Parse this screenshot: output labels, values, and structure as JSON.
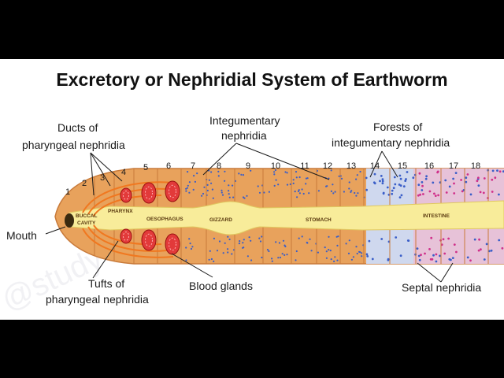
{
  "title": "Excretory or Nephridial System of Earthworm",
  "labels": {
    "mouth": "Mouth",
    "ducts_line1": "Ducts of",
    "ducts_line2": "pharyngeal nephridia",
    "integ_line1": "Integumentary",
    "integ_line2": "nephridia",
    "forests_line1": "Forests of",
    "forests_line2": "integumentary nephridia",
    "tufts_line1": "Tufts of",
    "tufts_line2": "pharyngeal nephridia",
    "blood_glands": "Blood glands",
    "septal": "Septal nephridia"
  },
  "regions": {
    "buccal_line1": "BUCCAL",
    "buccal_line2": "CAVITY",
    "pharynx": "PHARYNX",
    "oesophagus": "OESOPHAGUS",
    "gizzard": "GIZZARD",
    "stomach": "STOMACH",
    "intestine": "INTESTINE"
  },
  "segments": [
    "1",
    "2",
    "3",
    "4",
    "5",
    "6",
    "7",
    "8",
    "9",
    "10",
    "11",
    "12",
    "13",
    "14",
    "15",
    "16",
    "17",
    "18"
  ],
  "watermark": "@study",
  "colors": {
    "body": "#e8a25c",
    "body_edge": "#c87a3a",
    "gut": "#f8ec9a",
    "blood_gland": "#e23a3a",
    "dot_blue": "#3a5ec8",
    "dot_pink": "#d0308a"
  }
}
